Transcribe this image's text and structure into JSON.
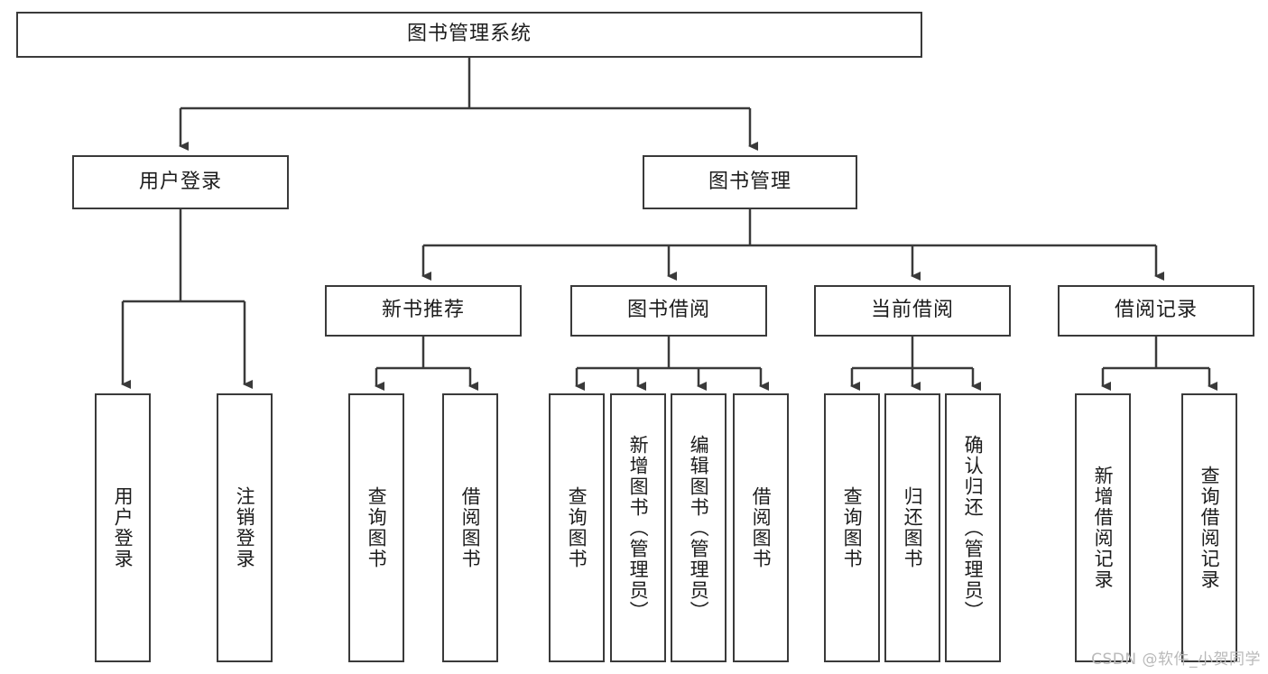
{
  "diagram": {
    "type": "tree",
    "title": "图书管理系统",
    "root": {
      "id": "root",
      "label": "图书管理系统"
    },
    "level2": [
      {
        "id": "user-login",
        "label": "用户登录"
      },
      {
        "id": "book-manage",
        "label": "图书管理"
      }
    ],
    "level3": [
      {
        "id": "new-book-recommend",
        "label": "新书推荐",
        "parent": "book-manage"
      },
      {
        "id": "book-borrow",
        "label": "图书借阅",
        "parent": "book-manage"
      },
      {
        "id": "current-borrow",
        "label": "当前借阅",
        "parent": "book-manage"
      },
      {
        "id": "borrow-record",
        "label": "借阅记录",
        "parent": "book-manage"
      }
    ],
    "leaves": {
      "user_login": [
        {
          "id": "leaf-user-login",
          "label": "用户登录"
        },
        {
          "id": "leaf-logout-login",
          "label": "注销登录"
        }
      ],
      "new_book_recommend": [
        {
          "id": "leaf-query-book-1",
          "label": "查询图书"
        },
        {
          "id": "leaf-borrow-book-1",
          "label": "借阅图书"
        }
      ],
      "book_borrow": [
        {
          "id": "leaf-query-book-2",
          "label": "查询图书"
        },
        {
          "id": "leaf-add-book",
          "label": "新增图书（管理员）"
        },
        {
          "id": "leaf-edit-book",
          "label": "编辑图书（管理员）"
        },
        {
          "id": "leaf-borrow-book-2",
          "label": "借阅图书"
        }
      ],
      "current_borrow": [
        {
          "id": "leaf-query-book-3",
          "label": "查询图书"
        },
        {
          "id": "leaf-return-book",
          "label": "归还图书"
        },
        {
          "id": "leaf-confirm-return",
          "label": "确认归还（管理员）"
        }
      ],
      "borrow_record": [
        {
          "id": "leaf-add-record",
          "label": "新增借阅记录"
        },
        {
          "id": "leaf-query-record",
          "label": "查询借阅记录"
        }
      ]
    }
  },
  "watermark": {
    "text": "CSDN @软件_小贺同学"
  },
  "colors": {
    "stroke": "#3a3a3a",
    "background": "#ffffff",
    "text": "#1c1c1c",
    "watermark": "#b9b9b9"
  }
}
